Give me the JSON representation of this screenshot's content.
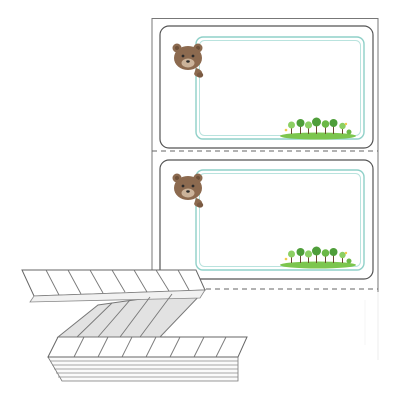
{
  "product": {
    "type": "fanfold-continuous-label-sheet",
    "labels_per_sheet": 2,
    "cards": [
      {
        "decoration_left": "bear-peeking-icon",
        "decoration_right": "trees-hill-illustration"
      },
      {
        "decoration_left": "bear-peeking-icon",
        "decoration_right": "trees-hill-illustration"
      }
    ],
    "stack": {
      "folds": 2
    }
  },
  "colors": {
    "frame": "#8fd0c8",
    "frame_inner": "#b9e3de",
    "outline": "#5a5a5a",
    "bear_fur": "#8c6a4f",
    "bear_muzzle": "#cbb39a",
    "tree_dark": "#4f9e3a",
    "tree_light": "#8ccf63",
    "hill": "#7cc64e"
  }
}
